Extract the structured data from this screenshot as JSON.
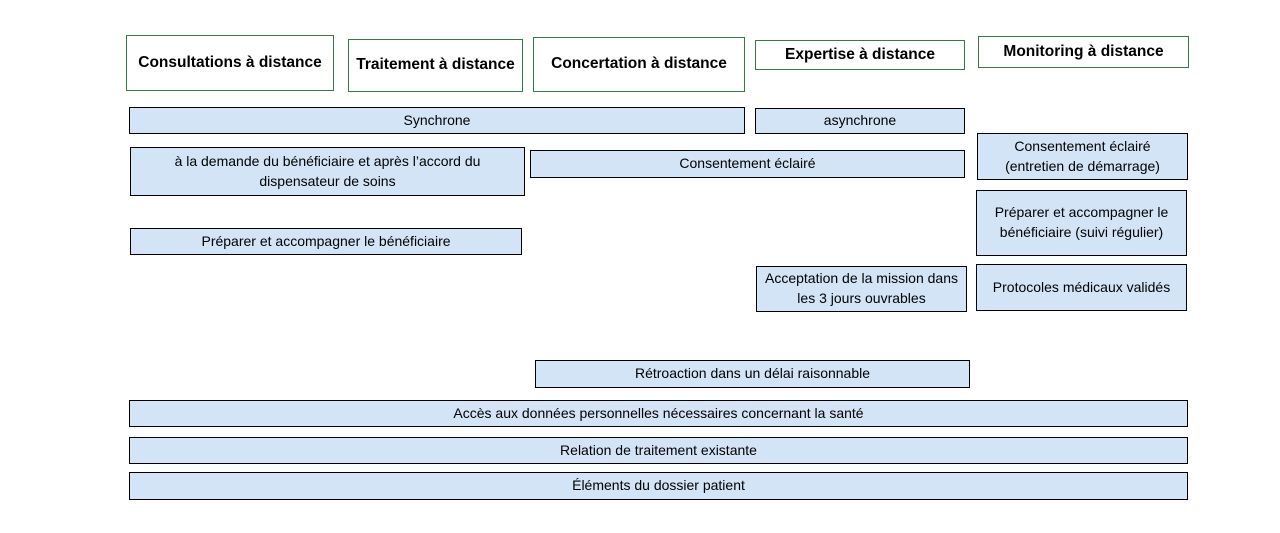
{
  "colors": {
    "page_bg": "#ffffff",
    "header_fill": "#ffffff",
    "header_border": "#37774a",
    "box_fill": "#d3e4f7",
    "box_border": "#000000",
    "text_color": "#000000"
  },
  "headers": [
    {
      "label": "Consultations à distance"
    },
    {
      "label": "Traitement à distance"
    },
    {
      "label": "Concertation à distance"
    },
    {
      "label": "Expertise à distance"
    },
    {
      "label": "Monitoring à distance"
    }
  ],
  "boxes": [
    {
      "label": "Synchrone"
    },
    {
      "label": "asynchrone"
    },
    {
      "label": "Consentement éclairé (entretien de démarrage)"
    },
    {
      "label": "à la demande du bénéficiaire et après l’accord du dispensateur de soins"
    },
    {
      "label": "Consentement éclairé"
    },
    {
      "label": "Préparer et accompagner le bénéficiaire (suivi régulier)"
    },
    {
      "label": "Préparer et accompagner le bénéficiaire"
    },
    {
      "label": "Acceptation de la mission dans les 3 jours ouvrables"
    },
    {
      "label": "Protocoles médicaux validés"
    },
    {
      "label": "Rétroaction dans un délai raisonnable"
    },
    {
      "label": "Accès aux données personnelles nécessaires concernant la santé"
    },
    {
      "label": "Relation de traitement existante"
    },
    {
      "label": "Éléments du dossier patient"
    }
  ]
}
